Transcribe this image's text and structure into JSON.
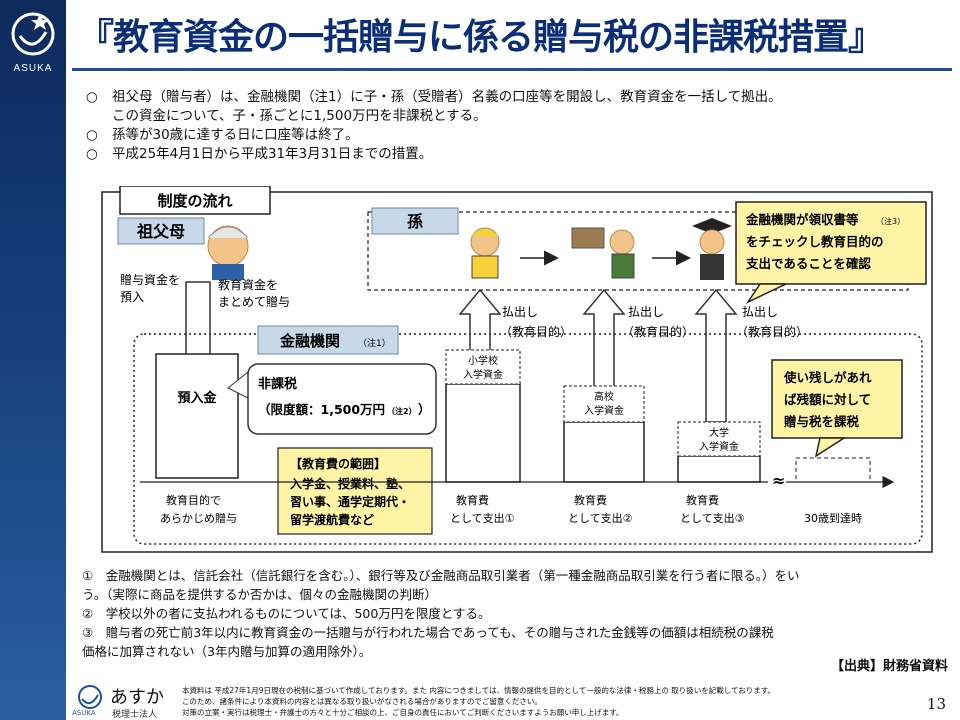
{
  "logo": {
    "text": "ASUKA"
  },
  "title": "『教育資金の一括贈与に係る贈与税の非課税措置』",
  "bullets": [
    {
      "mark": "○",
      "text": "祖父母（贈与者）は、金融機関（注1）に子・孫（受贈者）名義の口座等を開設し、教育資金を一括して拠出。"
    },
    {
      "mark": "",
      "text": "この資金について、子・孫ごとに1,500万円を非課税とする。"
    },
    {
      "mark": "○",
      "text": "孫等が30歳に達する日に口座等は終了。"
    },
    {
      "mark": "○",
      "text": "平成25年4月1日から平成31年3月31日までの措置。"
    }
  ],
  "diagram": {
    "flow_title": "制度の流れ",
    "grandparent": "祖父母",
    "gift_label": [
      "贈与資金を",
      "預入"
    ],
    "lump_label": [
      "教育資金を",
      "まとめて贈与"
    ],
    "grandchild": "孫",
    "callout_receipt": [
      "金融機関が領収書等",
      "をチェックし教育目的の",
      "支出であることを確認"
    ],
    "callout_receipt_note": "（注3）",
    "payout_label": "払出し",
    "payout_purpose": "（教育目的）",
    "institution": "金融機関",
    "institution_note": "（注1）",
    "deposit": "預入金",
    "nontax_title": "非課税",
    "nontax_limit": "（限度額：1,500万円",
    "nontax_note": "（注2）",
    "nontax_close": "）",
    "scope_title": "【教育費の範囲】",
    "scope_lines": [
      "入学金、授業料、塾、",
      "習い事、通学定期代・",
      "留学渡航費など"
    ],
    "leftover": [
      "使い残しがあれ",
      "ば残額に対して",
      "贈与税を課税"
    ],
    "fund1": [
      "小学校",
      "入学資金"
    ],
    "fund2": [
      "高校",
      "入学資金"
    ],
    "fund3": [
      "大学",
      "入学資金"
    ],
    "axis_start": [
      "教育目的で",
      "あらかじめ贈与"
    ],
    "spend1": [
      "教育費",
      "として支出①"
    ],
    "spend2": [
      "教育費",
      "として支出②"
    ],
    "spend3": [
      "教育費",
      "として支出③"
    ],
    "end_label": "30歳到達時"
  },
  "notes": [
    "①　金融機関とは、信託会社（信託銀行を含む。）、銀行等及び金融商品取引業者（第一種金融商品取引業を行う者に限る。）をい",
    "う。（実際に商品を提供するか否かは、個々の金融機関の判断）",
    "②　学校以外の者に支払われるものについては、500万円を限度とする。",
    "③　贈与者の死亡前3年以内に教育資金の一括贈与が行われた場合であっても、その贈与された金銭等の価額は相続税の課税",
    "価格に加算されない（3年内贈与加算の適用除外）。"
  ],
  "source": "【出典】財務省資料",
  "footer": {
    "brand": "あすか",
    "brand_sub": "税理士法人",
    "logo_caption": "ASUKA",
    "lines": [
      "本資料は 平成27年1月9日現在の税制に基づいて作成しております。また 内容につきましては、情報の提供を目的として一般的な法律・税務上の 取り扱いを記載しております。",
      "このため、諸条件により本資料の内容とは異なる取り扱いがなされる場合がありますのでご留意ください。",
      "対策の立案・実行は税理士・弁護士の方々と十分ご相談の上、ご自身の責任においてご判断くださいますようお願い申し上げます。"
    ],
    "page_number": "13"
  }
}
